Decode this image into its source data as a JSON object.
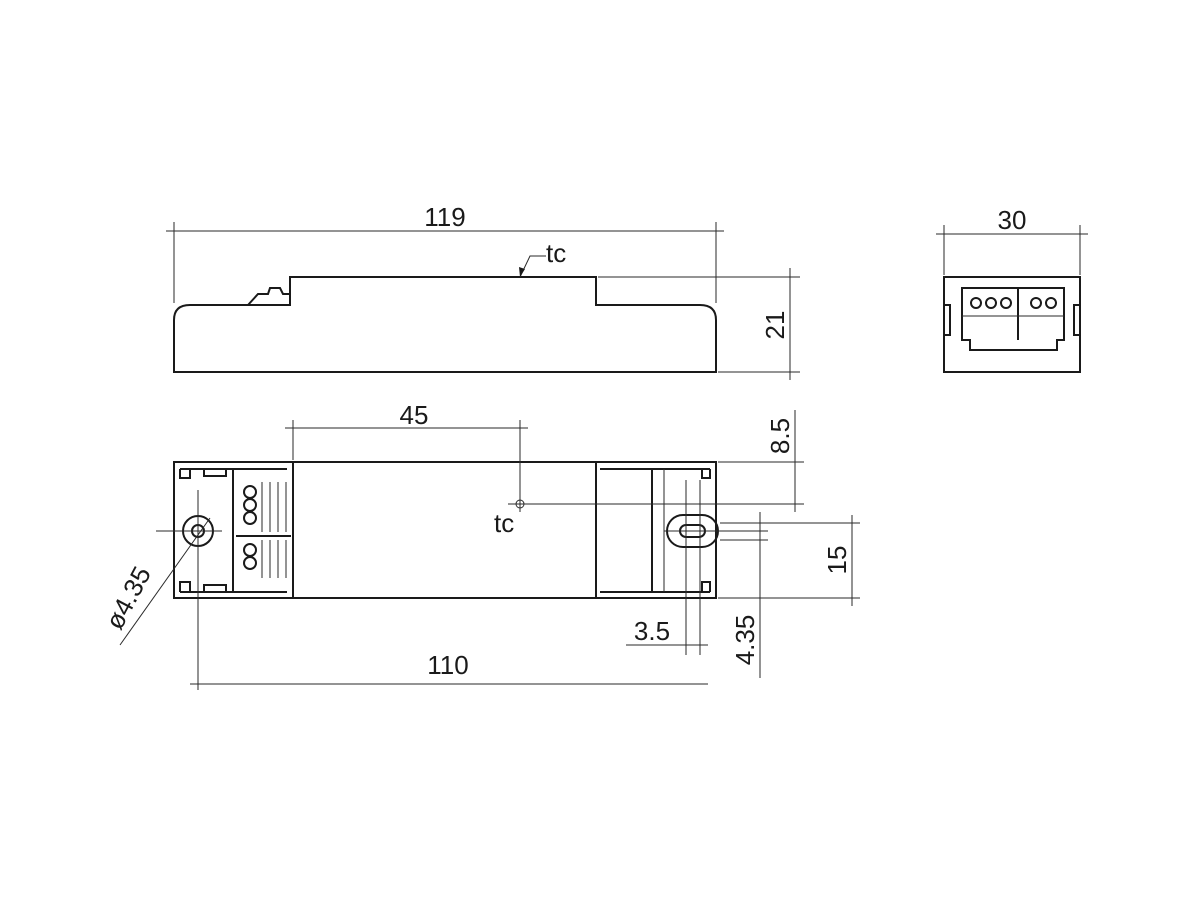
{
  "drawing": {
    "dimensions": {
      "overall_length": "119",
      "width": "30",
      "height": "21",
      "tc_offset_x": "45",
      "tc_offset_y": "8.5",
      "slot_spacing": "15",
      "hole_diameter": "ø4.35",
      "slot_width": "4.35",
      "slot_offset": "3.5",
      "mounting_distance": "110"
    },
    "annotations": {
      "tc_side": "tc",
      "tc_top": "tc"
    }
  }
}
